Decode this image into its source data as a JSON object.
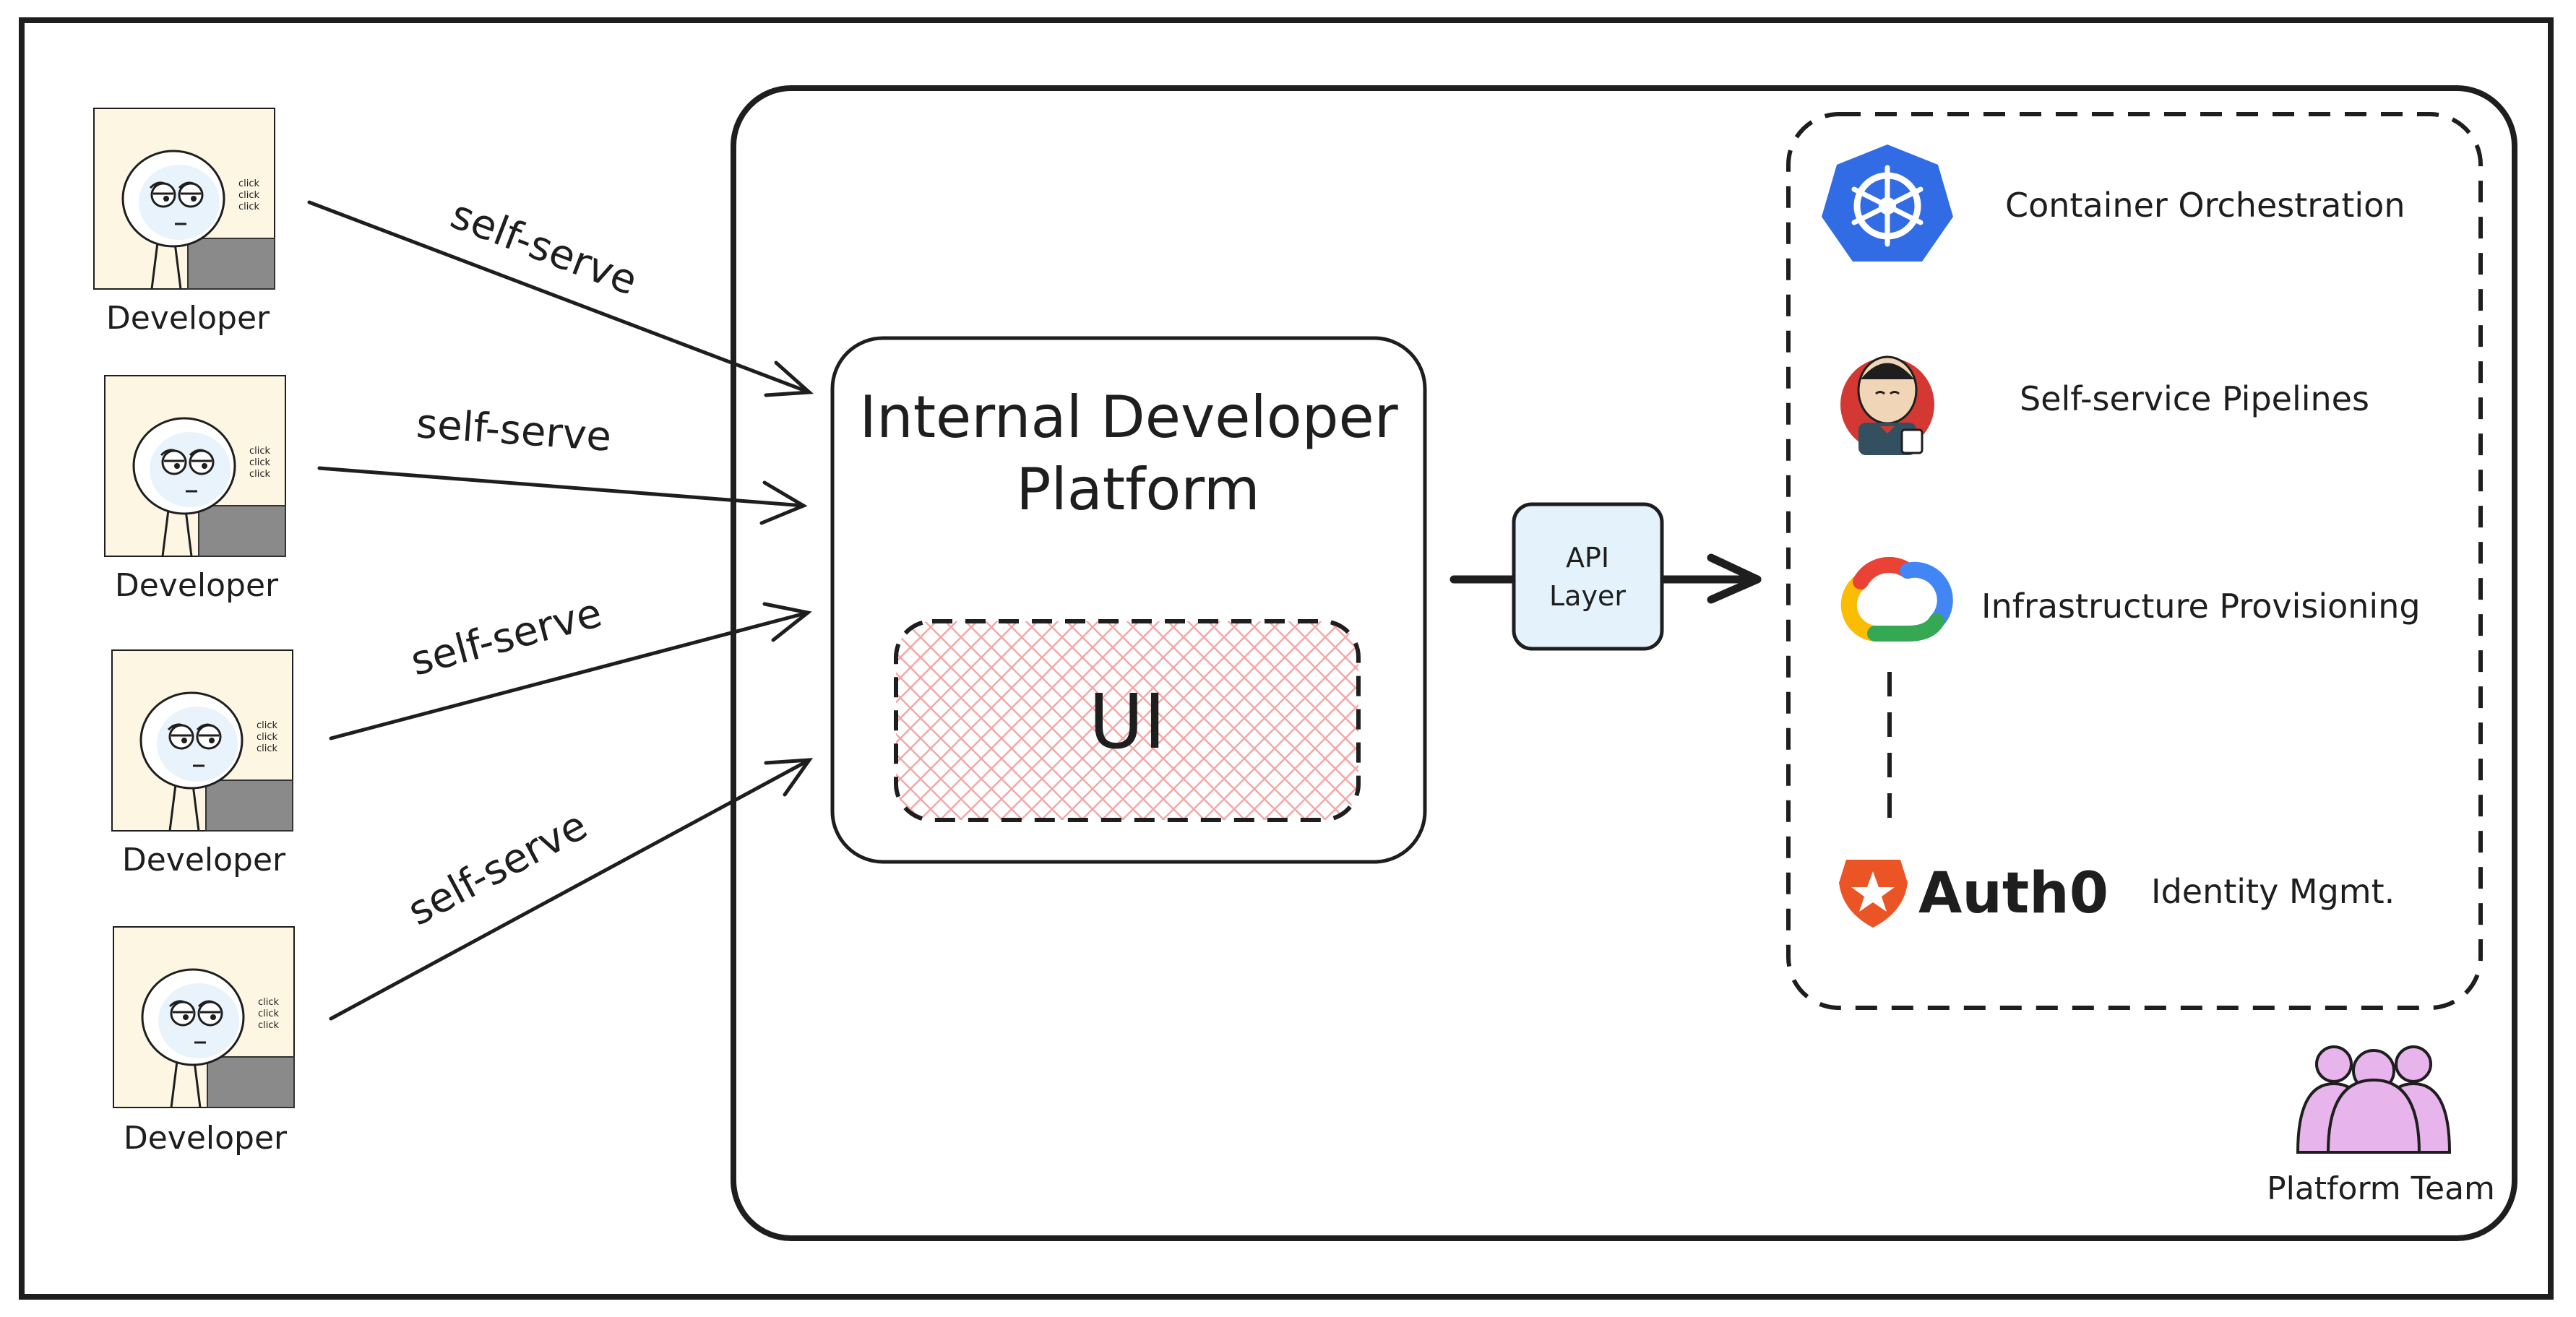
{
  "developers": [
    {
      "label": "Developer",
      "arrow_label": "self-serve",
      "bubble": [
        "click",
        "click",
        "click"
      ]
    },
    {
      "label": "Developer",
      "arrow_label": "self-serve",
      "bubble": [
        "click",
        "click",
        "click"
      ]
    },
    {
      "label": "Developer",
      "arrow_label": "self-serve",
      "bubble": [
        "click",
        "click",
        "click"
      ]
    },
    {
      "label": "Developer",
      "arrow_label": "self-serve",
      "bubble": [
        "click",
        "click",
        "click"
      ]
    }
  ],
  "platform": {
    "title_line1": "Internal Developer",
    "title_line2": "Platform",
    "ui_label": "UI"
  },
  "api_layer": {
    "line1": "API",
    "line2": "Layer"
  },
  "services": [
    {
      "icon": "kubernetes-icon",
      "label": "Container Orchestration"
    },
    {
      "icon": "jenkins-icon",
      "label": "Self-service Pipelines"
    },
    {
      "icon": "google-cloud-icon",
      "label": "Infrastructure Provisioning"
    },
    {
      "icon": "auth0-icon",
      "logo_text": "Auth0",
      "label": "Identity Mgmt."
    }
  ],
  "team": {
    "icon": "people-group-icon",
    "label": "Platform Team"
  },
  "colors": {
    "stroke": "#1e1e1e",
    "hatch": "#f4a7a7",
    "api_fill": "#e3f2fb",
    "kubernetes": "#326ce5",
    "jenkins_red": "#d33833",
    "auth0_orange": "#eb5424",
    "team_fill": "#e8b4ec",
    "panel_bg": "#fdf6e3"
  }
}
